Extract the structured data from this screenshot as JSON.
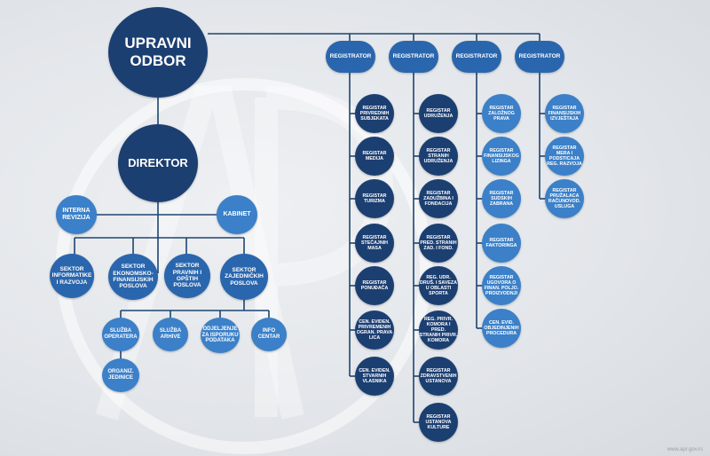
{
  "top": {
    "upravni_odbor": "UPRAVNI\nODBOR",
    "direktor": "DIREKTOR",
    "interna_revizija": "INTERNA\nREVIZIJA",
    "kabinet": "KABINET"
  },
  "sectors": {
    "informatike": "SEKTOR\nINFORMATIKE\nI RAZVOJA",
    "ekonomsko": "SEKTOR\nEKONOMSKO-\nFINANSIJSKIH\nPOSLOVA",
    "pravnih": "SEKTOR\nPRAVNIH I\nOPŠTIH\nPOSLOVA",
    "zajednickih": "SEKTOR\nZAJEDNIČKIH\nPOSLOVA"
  },
  "services": {
    "operatera": "SLUŽBA\nOPERATERA",
    "arhive": "SLUŽBA\nARHIVE",
    "odjeljenje": "ODJELJENJE\nZA ISPORUKU\nPODATAKA",
    "info_centar": "INFO\nCENTAR",
    "organiz_jedinice": "ORGANIZ.\nJEDINICE"
  },
  "registrators": {
    "r1": {
      "header": "REGISTRATOR",
      "items": [
        "REGISTAR\nPRIVREDNIH\nSUBJEKATA",
        "REGISTAR\nMEDIJA",
        "REGISTAR\nTURIZMA",
        "REGISTAR\nSTEČAJNIH\nMASA",
        "REGISTAR\nPONUĐAČA",
        "CEN. EVIDEN.\nPRIVREMENIH\nOGRAN. PRAVA\nLICA",
        "CEN. EVIDEN.\nSTVARNIH\nVLASNIKA"
      ]
    },
    "r2": {
      "header": "REGISTRATOR",
      "items": [
        "REGISTAR\nUDRUŽENJA",
        "REGISTAR\nSTRANIH\nUDRUŽENJA",
        "REGISTAR\nZADUŽBINA I\nFONDACIJA",
        "REGISTAR\nPRED. STRANIH\nZAD. I FOND.",
        "REG. UDR.\nDRUŠ. I SAVEZA\nU OBLASTI\nSPORTA",
        "REG. PRIVR.\nKOMORA I PRED.\nSTRANIH PRIVR.\nKOMORA",
        "REGISTAR\nZDRAVSTVENIH\nUSTANOVA",
        "REGISTAR\nUSTANOVA\nKULTURE"
      ]
    },
    "r3": {
      "header": "REGISTRATOR",
      "items": [
        "REGISTAR\nZALOŽNOG\nPRAVA",
        "REGISTAR\nFINANSIJSKOG\nLIZINGA",
        "REGISTAR\nSUDSKIH\nZABRANA",
        "REGISTAR\nFAKTORINGA",
        "REGISTAR\nUGOVORA O\nFINAN. POLJO.\nPROIZVODNJI",
        "CEN. EVID.\nOBJEDINJENIH\nPROCEDURA"
      ]
    },
    "r4": {
      "header": "REGISTRATOR",
      "items": [
        "REGISTAR\nFINANSIJSKIH\nIZVJEŠTAJA",
        "REGISTAR\nMERA I\nPODSTICAJA\nREG. RAZVOJA",
        "REGISTAR\nPRUŽALACA\nRAČUNOVOD.\nUSLUGA"
      ]
    }
  },
  "colors": {
    "dark": "#1c3f72",
    "mid": "#2a66ad",
    "light": "#3b80c8",
    "line": "#1e4470"
  },
  "footer": {
    "credit": "www.apr.gov.rs"
  }
}
